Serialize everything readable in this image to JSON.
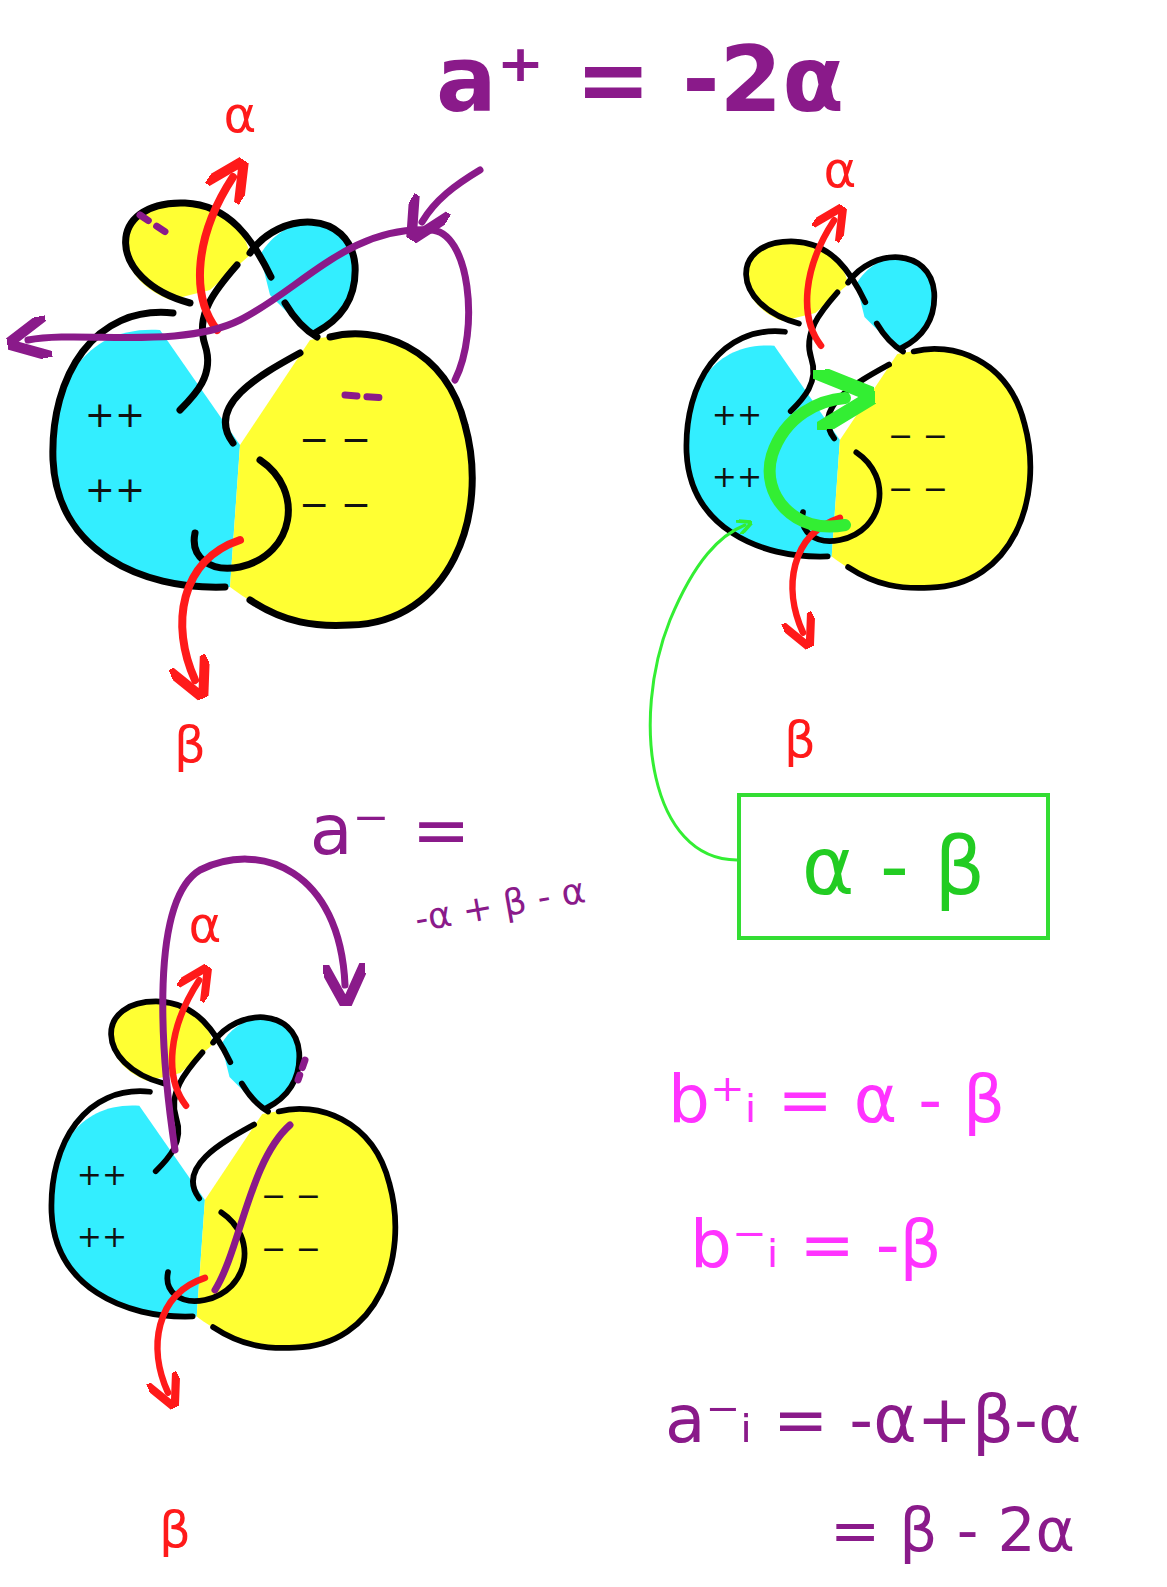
{
  "diagram": {
    "nodes": [
      {
        "text": [
          "α - β"
        ]
      }
    ],
    "labels": [
      "a⁺ = -2α",
      "α",
      "β",
      "++",
      "++",
      "− −",
      "− −",
      "α",
      "β",
      "++",
      "++",
      "− −",
      "− −",
      "a⁻ =",
      "-α + β - α",
      "α",
      "β",
      "++",
      "++",
      "− −",
      "− −",
      "b⁺ᵢ = α - β",
      "b⁻ᵢ = -β",
      "a⁻ᵢ = -α+β-α",
      "= β - 2α"
    ]
  }
}
